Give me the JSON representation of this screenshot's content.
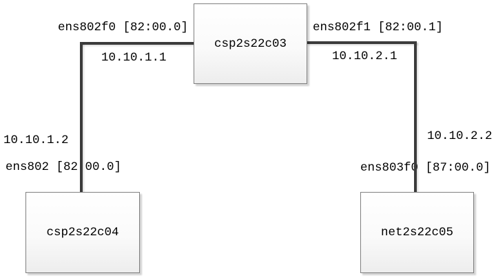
{
  "diagram": {
    "type": "network-topology",
    "nodes": [
      {
        "id": "csp2s22c03",
        "label": "csp2s22c03",
        "role": "top-center"
      },
      {
        "id": "csp2s22c04",
        "label": "csp2s22c04",
        "role": "bottom-left"
      },
      {
        "id": "net2s22c05",
        "label": "net2s22c05",
        "role": "bottom-right"
      }
    ],
    "links": [
      {
        "from": "csp2s22c03",
        "to": "csp2s22c04",
        "from_interface": "ens802f0 [82:00.0]",
        "from_ip": "10.10.1.1",
        "to_ip": "10.10.1.2",
        "to_interface": "ens802 [82:00.0]"
      },
      {
        "from": "csp2s22c03",
        "to": "net2s22c05",
        "from_interface": "ens802f1 [82:00.1]",
        "from_ip": "10.10.2.1",
        "to_ip": "10.10.2.2",
        "to_interface": "ens803f0 [87:00.0]"
      }
    ]
  },
  "theme": {
    "line": "#3b3b3b",
    "node-border": "#7f7f7f",
    "node-fill-top": "#ffffff",
    "node-fill-bottom": "#ededed",
    "text": "#000000",
    "background": "#ffffff"
  }
}
